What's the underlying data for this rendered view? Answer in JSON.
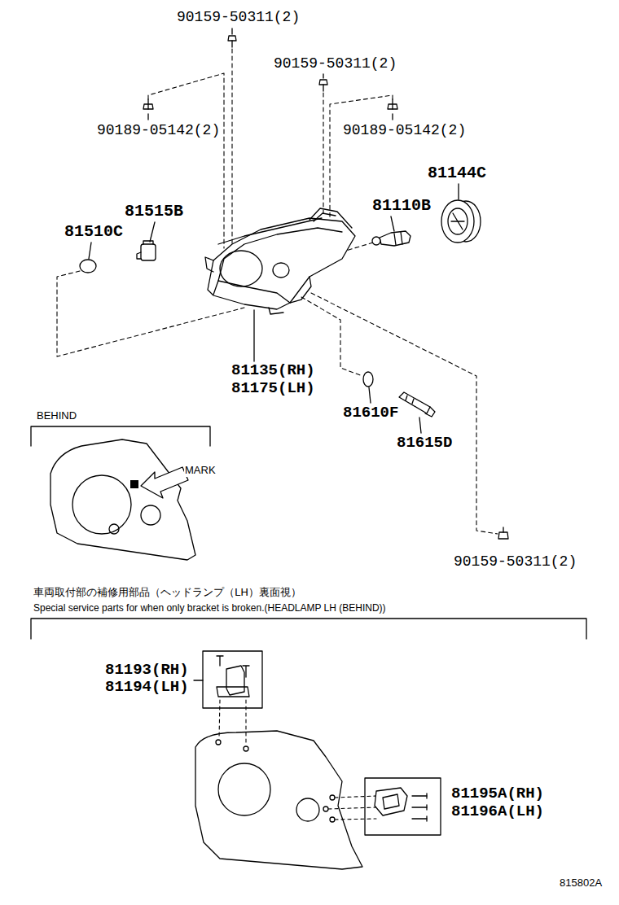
{
  "diagram": {
    "labels": [
      "90159-50311(2)",
      "90159-50311(2)",
      "90189-05142(2)",
      "90189-05142(2)",
      "81144C",
      "81515B",
      "81110B",
      "81510C",
      "81135(RH)",
      "81175(LH)",
      "81610F",
      "81615D",
      "BEHIND",
      "MARK",
      "90159-50311(2)",
      "車両取付部の補修用部品（ヘッドランプ（LH）裏面視）",
      "Special service parts for when only bracket is broken.(HEADLAMP LH (BEHIND))",
      "81193(RH)",
      "81194(LH)",
      "81195A(RH)",
      "81196A(LH)",
      "815802A"
    ]
  }
}
